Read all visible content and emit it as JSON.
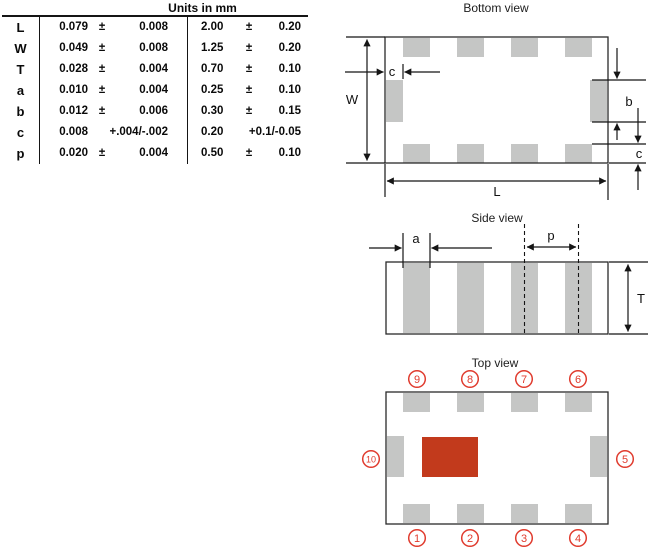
{
  "table": {
    "units_header": "Units in mm",
    "rows": [
      {
        "label": "L",
        "in_val": "0.079",
        "in_pm": "±",
        "in_tol": "0.008",
        "mm_val": "2.00",
        "mm_pm": "±",
        "mm_tol": "0.20"
      },
      {
        "label": "W",
        "in_val": "0.049",
        "in_pm": "±",
        "in_tol": "0.008",
        "mm_val": "1.25",
        "mm_pm": "±",
        "mm_tol": "0.20"
      },
      {
        "label": "T",
        "in_val": "0.028",
        "in_pm": "±",
        "in_tol": "0.004",
        "mm_val": "0.70",
        "mm_pm": "±",
        "mm_tol": "0.10"
      },
      {
        "label": "a",
        "in_val": "0.010",
        "in_pm": "±",
        "in_tol": "0.004",
        "mm_val": "0.25",
        "mm_pm": "±",
        "mm_tol": "0.10"
      },
      {
        "label": "b",
        "in_val": "0.012",
        "in_pm": "±",
        "in_tol": "0.006",
        "mm_val": "0.30",
        "mm_pm": "±",
        "mm_tol": "0.15"
      },
      {
        "label": "c",
        "in_val": "0.008",
        "in_pm": "",
        "in_tol": "+.004/-.002",
        "mm_val": "0.20",
        "mm_pm": "",
        "mm_tol": "+0.1/-0.05"
      },
      {
        "label": "p",
        "in_val": "0.020",
        "in_pm": "±",
        "in_tol": "0.004",
        "mm_val": "0.50",
        "mm_pm": "±",
        "mm_tol": "0.10"
      }
    ]
  },
  "views": {
    "bottom": {
      "title": "Bottom view",
      "dim_w": "W",
      "dim_l": "L",
      "dim_b": "b",
      "dim_c_top": "c",
      "dim_c_right": "c"
    },
    "side": {
      "title": "Side view",
      "dim_a": "a",
      "dim_p": "p",
      "dim_t": "T"
    },
    "top": {
      "title": "Top view",
      "pins": [
        "1",
        "2",
        "3",
        "4",
        "5",
        "6",
        "7",
        "8",
        "9",
        "10"
      ]
    }
  },
  "colors": {
    "pad_gray": "#c5c6c5",
    "marking_red": "#c23a1c",
    "pin_red": "#e03b2e"
  }
}
